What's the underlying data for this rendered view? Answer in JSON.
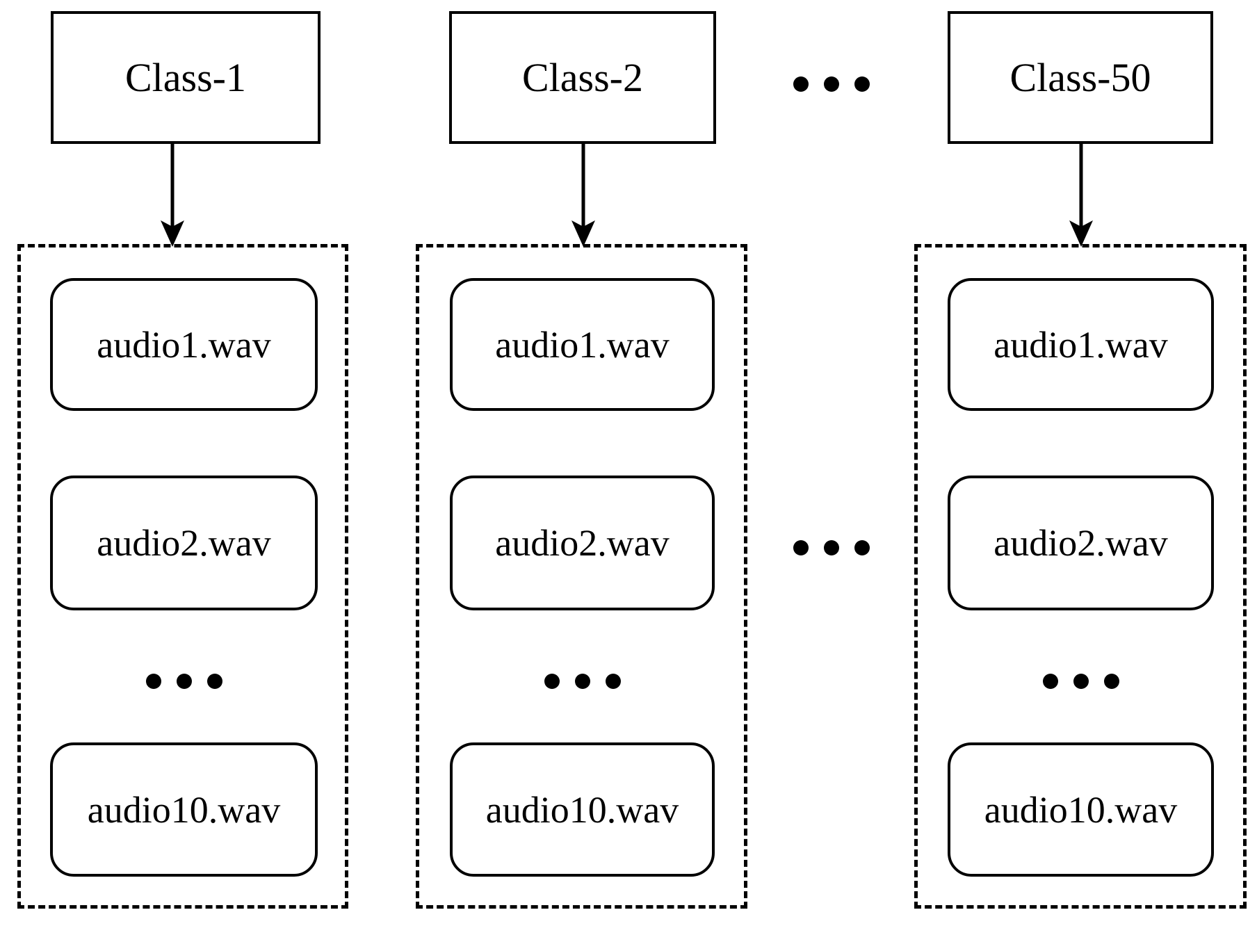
{
  "diagram": {
    "title": "Dataset folder structure: 50 classes each containing 10 wav files",
    "type": "hierarchy",
    "stroke_color": "#000000",
    "fill_color": "#ffffff",
    "background": "#ffffff"
  },
  "columns": [
    {
      "id": "class-1",
      "class_label": "Class-1",
      "files": [
        "audio1.wav",
        "audio2.wav",
        "audio10.wav"
      ],
      "has_vertical_ellipsis": true
    },
    {
      "id": "class-2",
      "class_label": "Class-2",
      "files": [
        "audio1.wav",
        "audio2.wav",
        "audio10.wav"
      ],
      "has_vertical_ellipsis": true
    },
    {
      "id": "class-50",
      "class_label": "Class-50",
      "files": [
        "audio1.wav",
        "audio2.wav",
        "audio10.wav"
      ],
      "has_vertical_ellipsis": true
    }
  ],
  "ellipses": {
    "between_class_headers": "•••",
    "between_file_groups": "•••",
    "within_group": "•••",
    "dot_count": 3
  }
}
